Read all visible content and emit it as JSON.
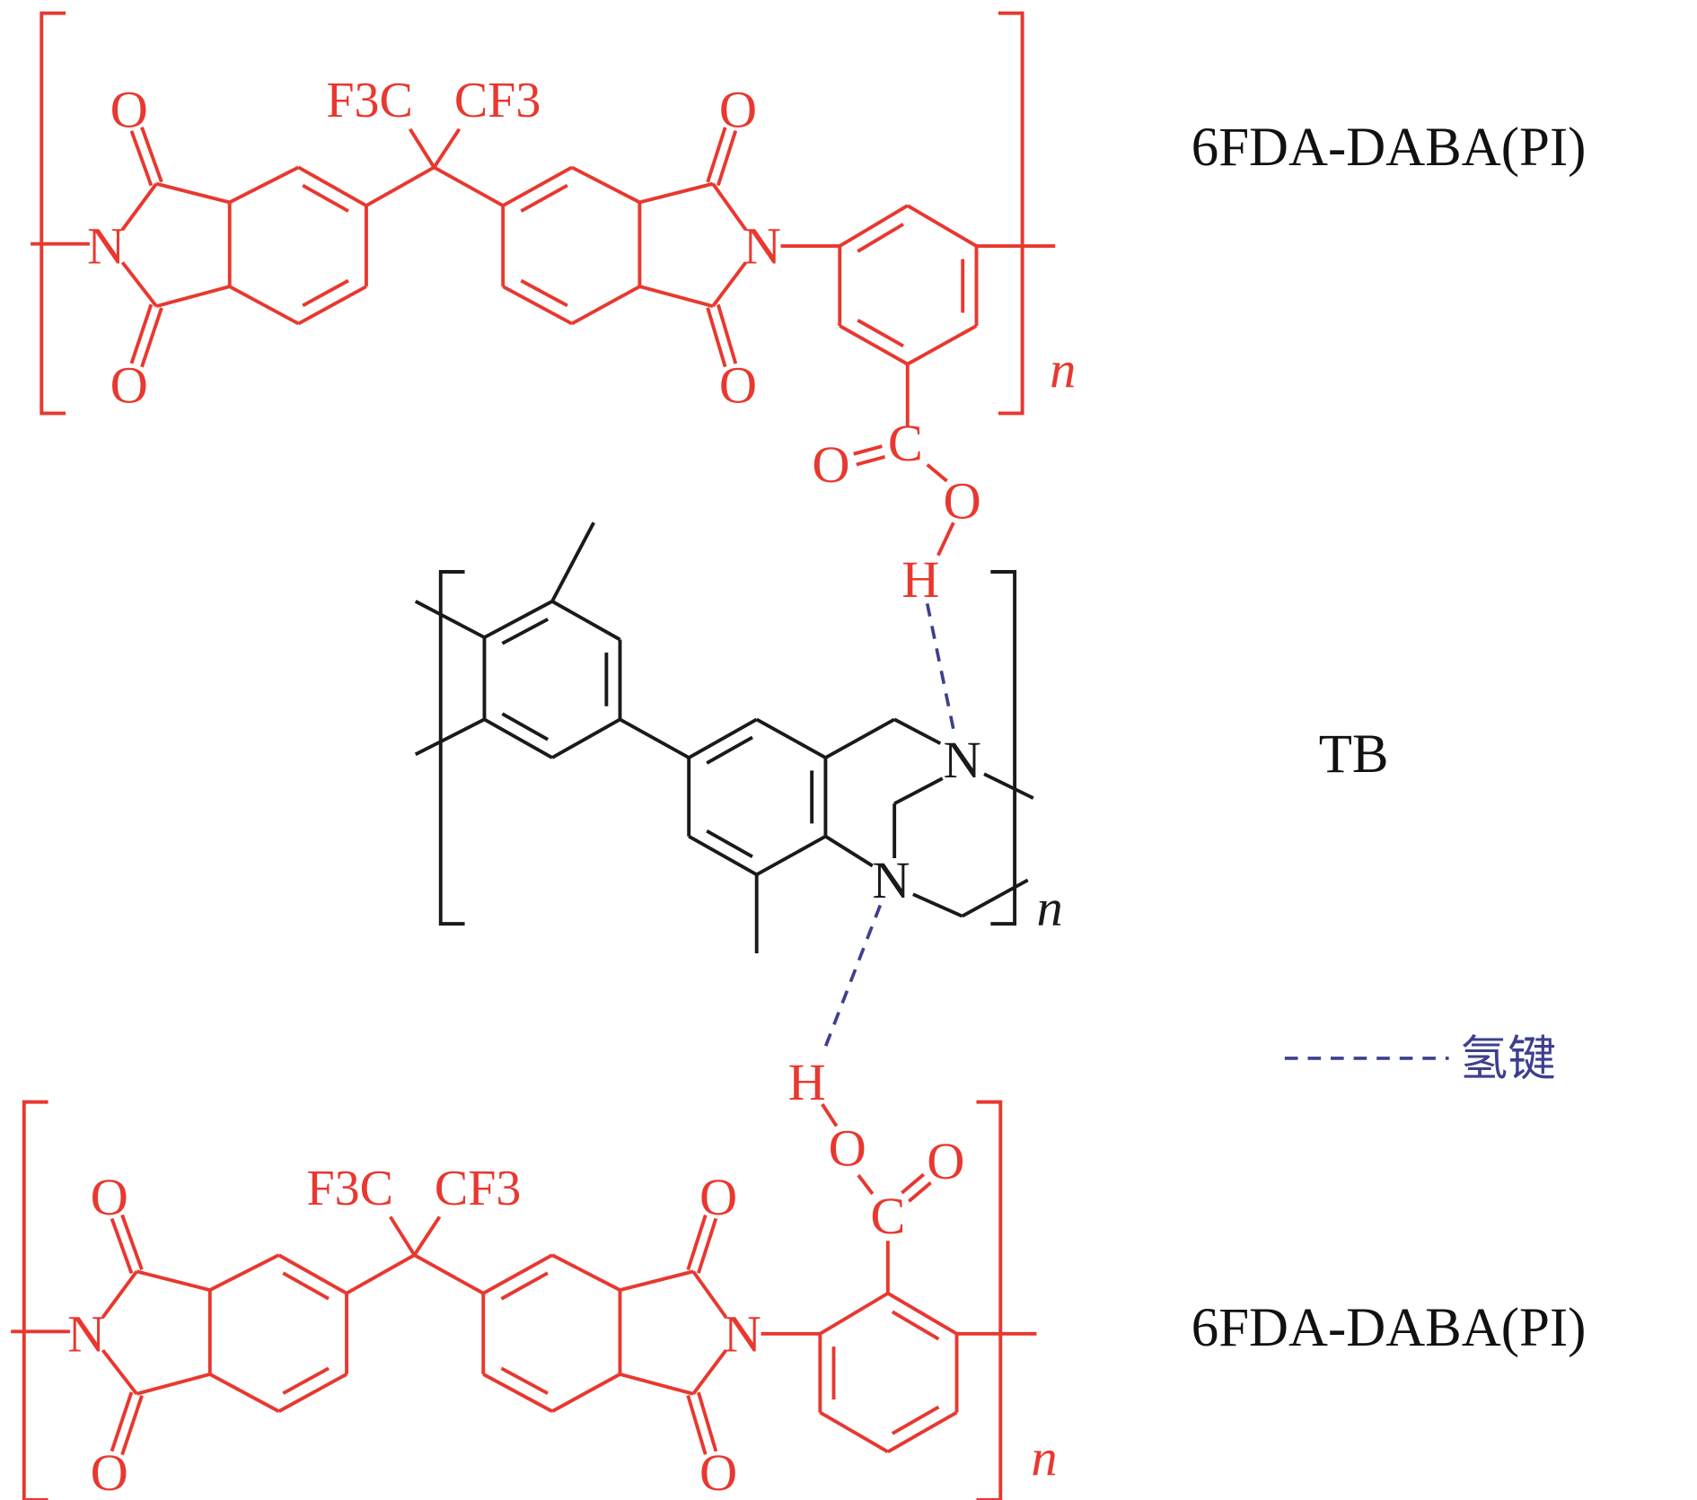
{
  "labels": {
    "top_polymer": "6FDA-DABA(PI)",
    "middle_polymer": "TB",
    "bottom_polymer": "6FDA-DABA(PI)",
    "legend_hbond": "氢键"
  },
  "repeat_unit_symbol": "n",
  "atoms": {
    "top": [
      "O",
      "O",
      "N",
      "O",
      "O",
      "N",
      "C",
      "O",
      "O",
      "H"
    ],
    "middle": [
      "N",
      "N"
    ],
    "bottom": [
      "O",
      "O",
      "N",
      "O",
      "O",
      "N",
      "C",
      "O",
      "O",
      "H"
    ]
  },
  "groups": {
    "cf3_left": "F3C",
    "cf3_right": "CF3"
  },
  "colors": {
    "polyimide": "#e8382f",
    "tb": "#1a1a1a",
    "hydrogen_bond": "#3d3f8e"
  }
}
